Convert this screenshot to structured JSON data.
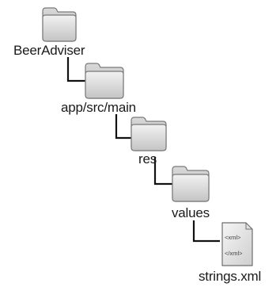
{
  "tree": {
    "nodes": [
      {
        "label": "BeerAdviser",
        "icon": "folder-icon"
      },
      {
        "label": "app/src/main",
        "icon": "folder-icon"
      },
      {
        "label": "res",
        "icon": "folder-icon"
      },
      {
        "label": "values",
        "icon": "folder-icon"
      },
      {
        "label": "strings.xml",
        "icon": "xml-file-icon",
        "file_tags": [
          "<xml>",
          "</xml>"
        ]
      }
    ]
  },
  "colors": {
    "folder_fill_light": "#efefef",
    "folder_fill_dark": "#c8c8c8",
    "folder_stroke": "#7a7a7a",
    "connector": "#111111",
    "label_text": "#1a1a1a"
  }
}
